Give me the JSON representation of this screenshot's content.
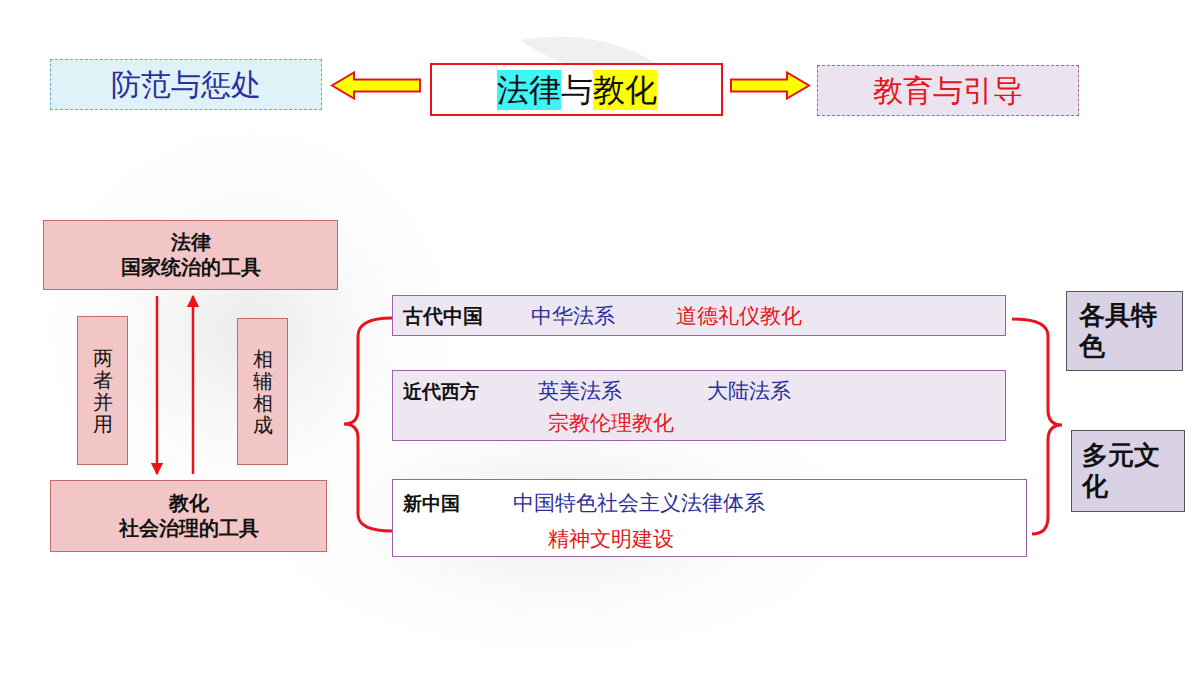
{
  "diagram": {
    "nodes": [
      {
        "text": [
          "防范与惩处"
        ]
      },
      {
        "text": [
          "法律与教化"
        ]
      },
      {
        "text": [
          "教育与引导"
        ]
      },
      {
        "text": [
          "法律",
          "国家统治的工具"
        ]
      },
      {
        "text": [
          "两者并用"
        ]
      },
      {
        "text": [
          "相辅相成"
        ]
      },
      {
        "text": [
          "教化",
          "社会治理的工具"
        ]
      },
      {
        "text": [
          "古代中国",
          "中华法系",
          "道德礼仪教化"
        ]
      },
      {
        "text": [
          "近代西方",
          "英美法系",
          "大陆法系",
          "宗教伦理教化"
        ]
      },
      {
        "text": [
          "新中国",
          "中国特色社会主义法律体系",
          "精神文明建设"
        ]
      },
      {
        "text": [
          "各具特色"
        ]
      },
      {
        "text": [
          "多元文化"
        ]
      }
    ],
    "edges": [
      {
        "from": 1,
        "to": 0,
        "arrow": "to"
      },
      {
        "from": 1,
        "to": 2,
        "arrow": "to"
      },
      {
        "from": 3,
        "to": 6,
        "arrow": "to"
      },
      {
        "from": 6,
        "to": 3,
        "arrow": "to"
      }
    ]
  }
}
